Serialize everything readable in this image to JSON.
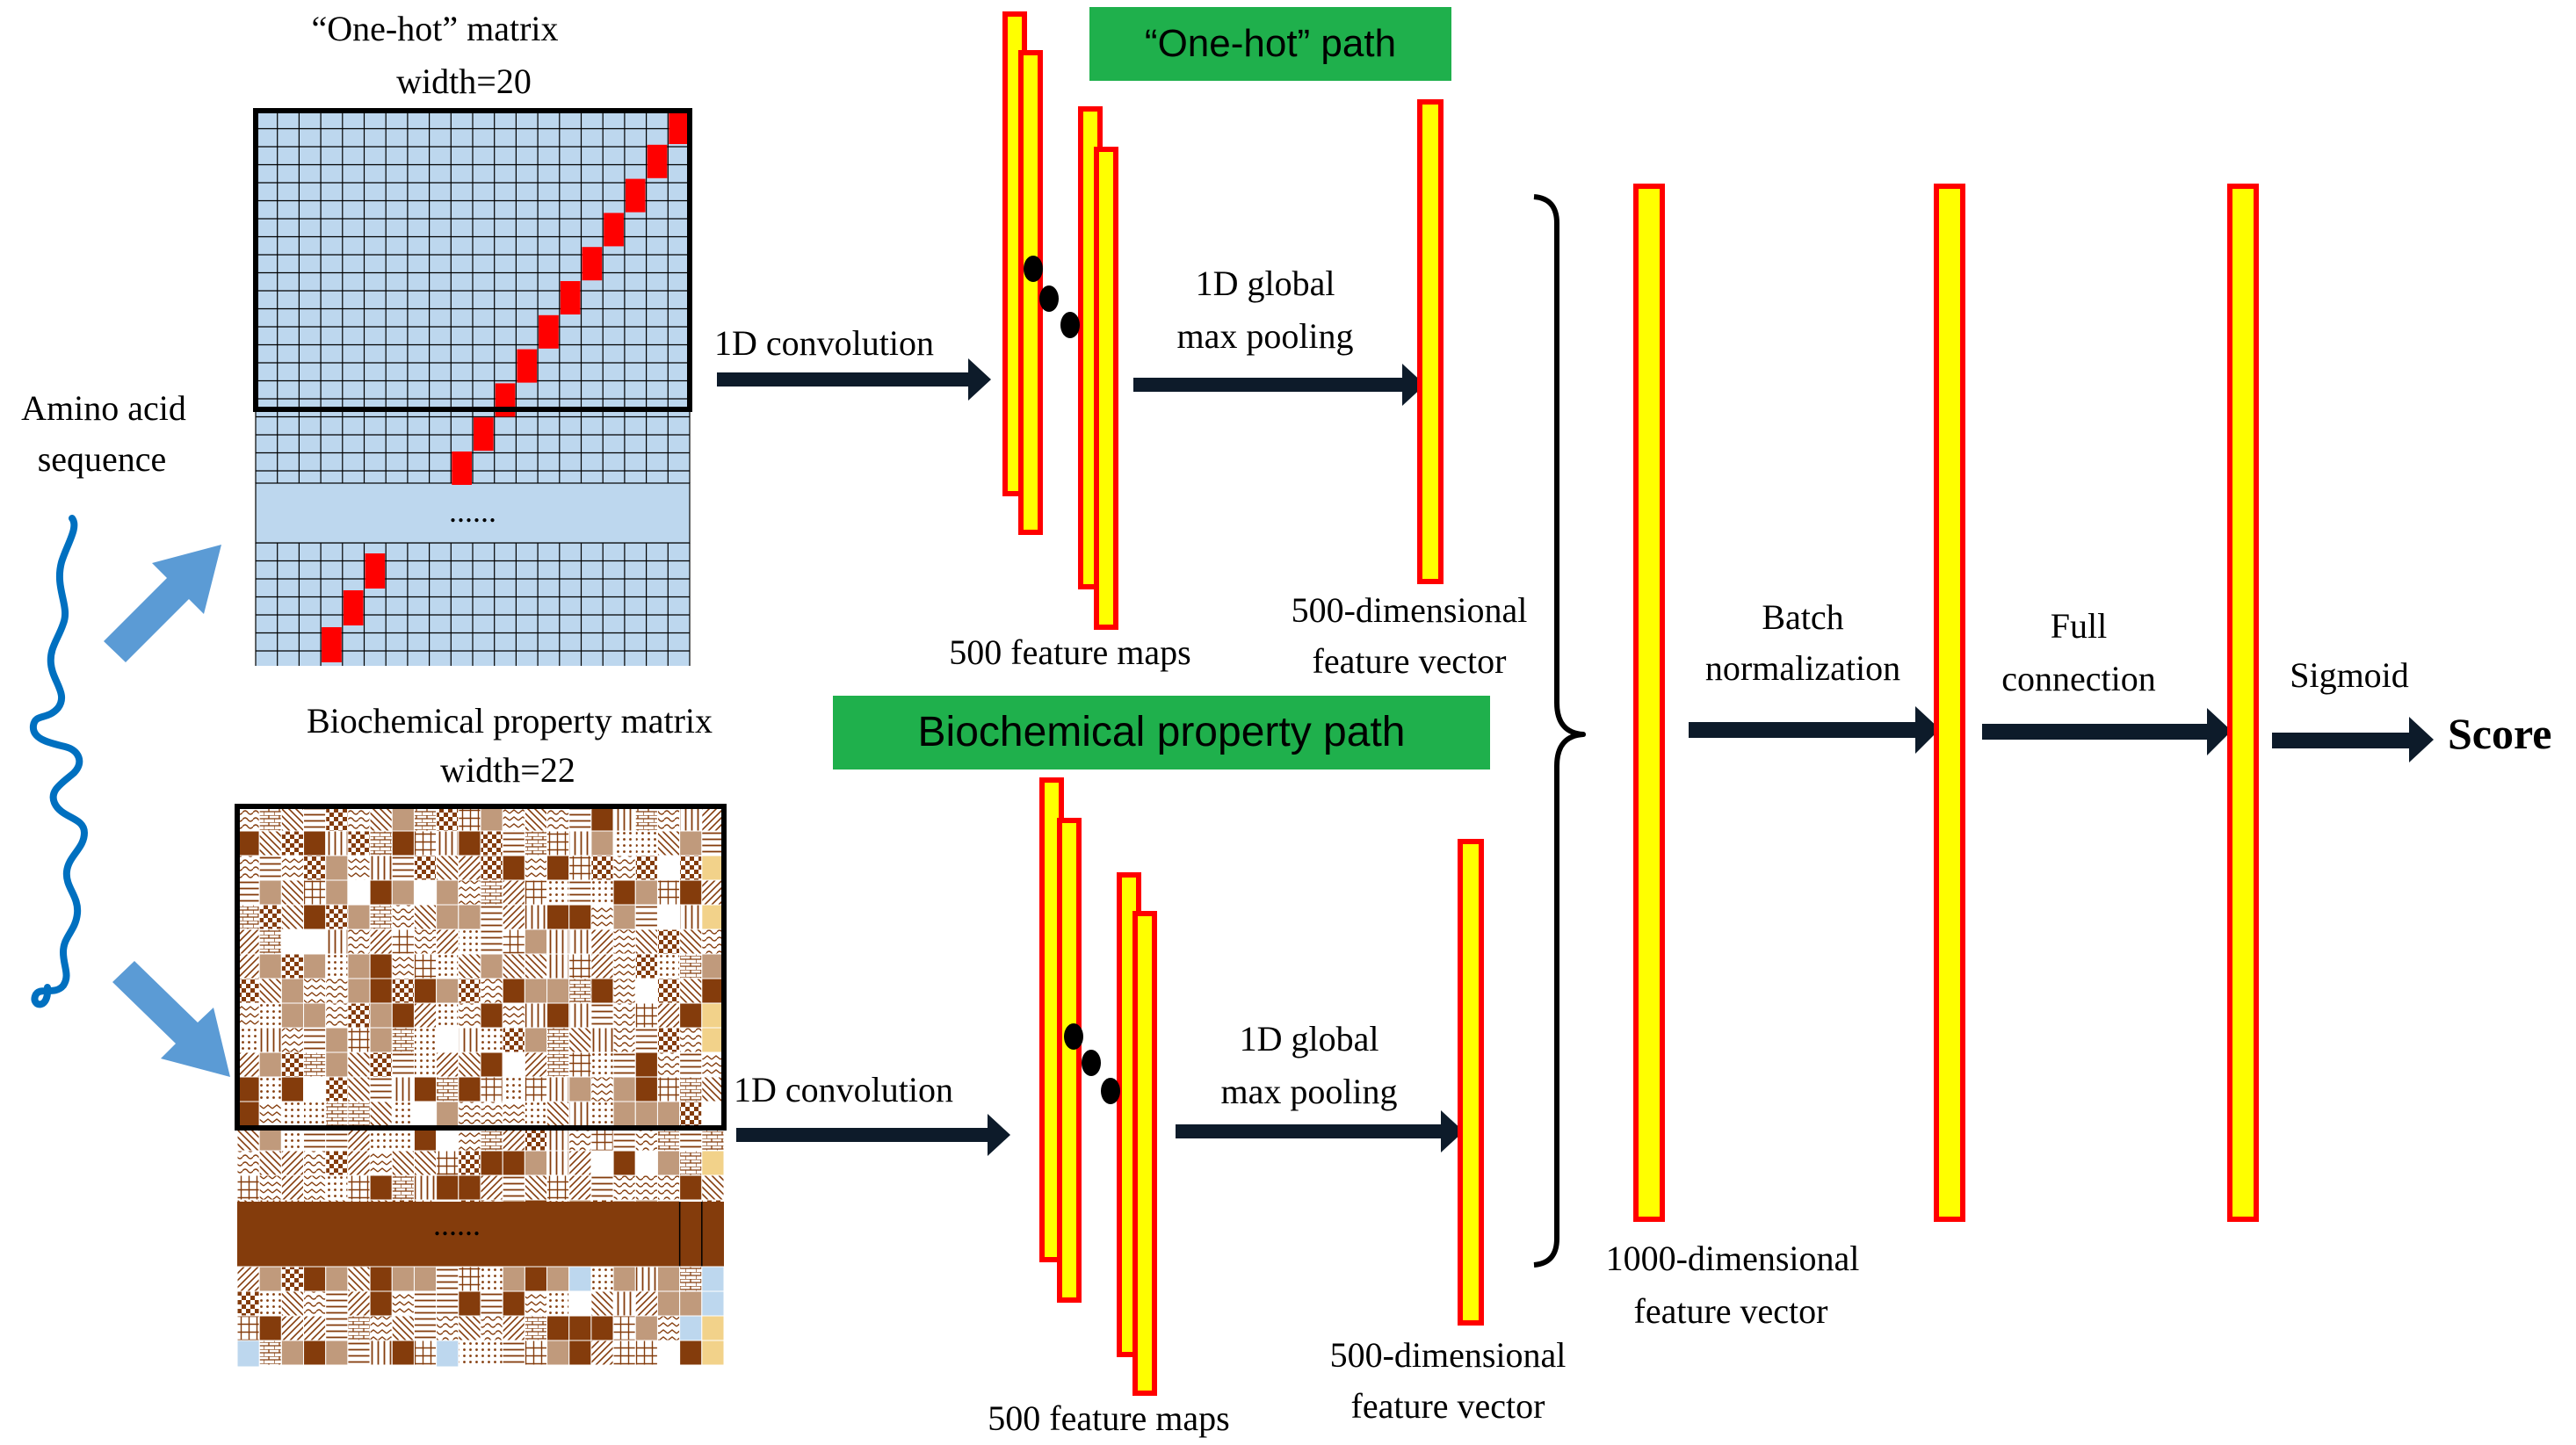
{
  "labels": {
    "onehot_matrix_title": "“One-hot” matrix",
    "onehot_matrix_width": "width=20",
    "amino_line1": "Amino acid",
    "amino_line2": "sequence",
    "ellipsis": "......",
    "bio_matrix_title": "Biochemical property matrix",
    "bio_matrix_width": "width=22",
    "conv_top": "1D convolution",
    "conv_bottom": "1D convolution",
    "pool_top_line1": "1D global",
    "pool_top_line2": "max pooling",
    "pool_bottom_line1": "1D global",
    "pool_bottom_line2": "max pooling",
    "onehot_path": "“One-hot” path",
    "bio_path": "Biochemical property path",
    "fmaps_top": "500 feature maps",
    "fmaps_bottom": "500 feature maps",
    "vec500_top_line1": "500-dimensional",
    "vec500_top_line2": "feature vector",
    "vec500_bottom_line1": "500-dimensional",
    "vec500_bottom_line2": "feature vector",
    "vec1000_line1": "1000-dimensional",
    "vec1000_line2": "feature vector",
    "batch_line1": "Batch",
    "batch_line2": "normalization",
    "full_line1": "Full",
    "full_line2": "connection",
    "sigmoid": "Sigmoid",
    "score": "Score"
  },
  "colors": {
    "grid_fill": "#bdd7ee",
    "onehot_red": "#ff0000",
    "bar_fill": "#ffff00",
    "bar_stroke": "#ff0000",
    "path_label_bg": "#1fb04c",
    "brown_dark": "#843c0c",
    "brown_mid": "#c09a7c",
    "sand": "#f2d28a",
    "light_blue": "#bdd7ee",
    "arrow_blue": "#5b9bd5",
    "sequence_blue": "#0070c0",
    "arrow_dark": "#0d1b2a"
  }
}
